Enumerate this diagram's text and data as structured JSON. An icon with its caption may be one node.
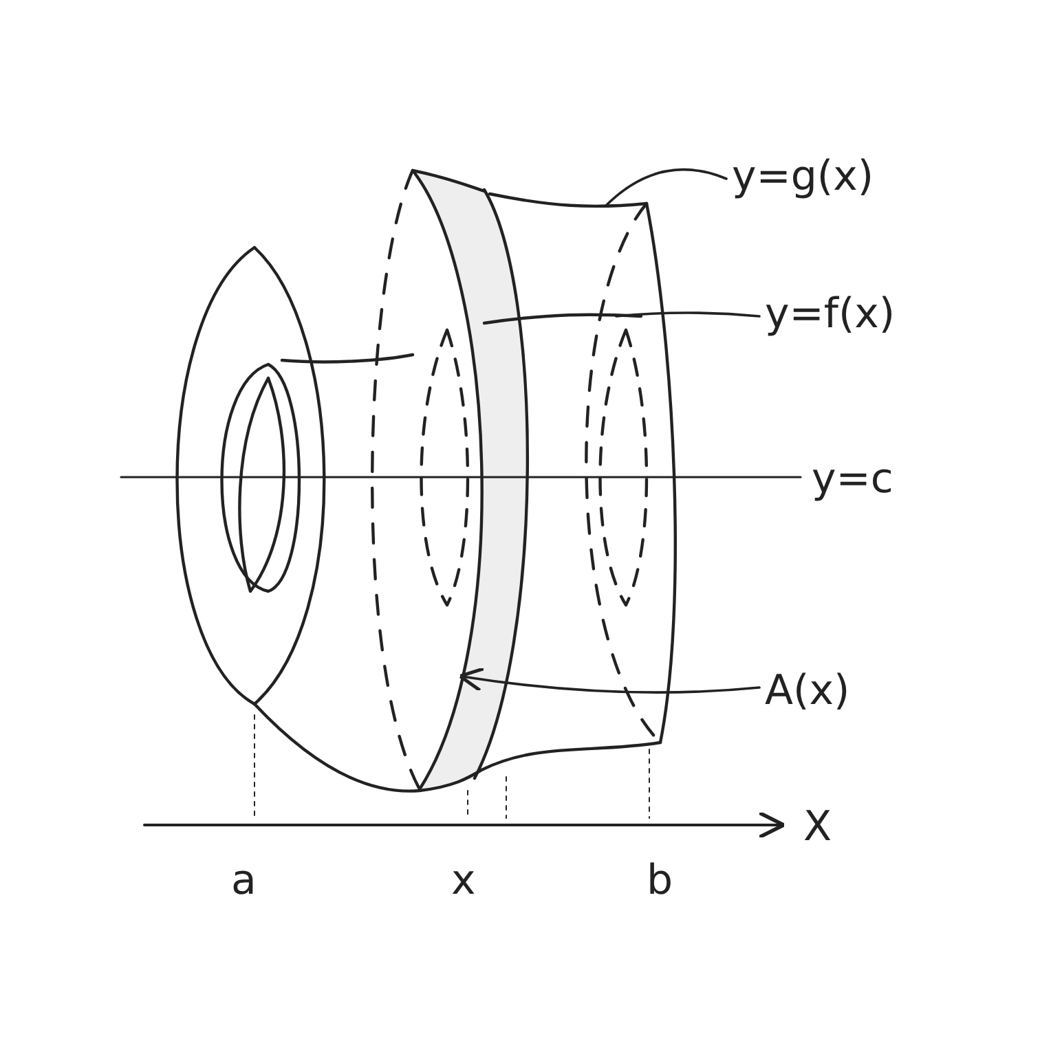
{
  "diagram": {
    "nodes": [
      {
        "text": [
          "y=g(x)"
        ]
      },
      {
        "text": [],
        "shape": "curve"
      },
      {
        "text": [
          "y=f(x)"
        ]
      },
      {
        "text": [],
        "shape": "curve"
      },
      {
        "text": [
          "A(x)"
        ]
      },
      {
        "text": [],
        "shape": "ellipse"
      }
    ],
    "edges": [
      {
        "from": 0,
        "to": 1,
        "arrow": "none"
      },
      {
        "from": 2,
        "to": 3,
        "arrow": "none"
      },
      {
        "from": 4,
        "to": 5,
        "arrow": "to"
      }
    ],
    "labels": [
      "y=c",
      "X",
      "a",
      "x",
      "b"
    ]
  }
}
